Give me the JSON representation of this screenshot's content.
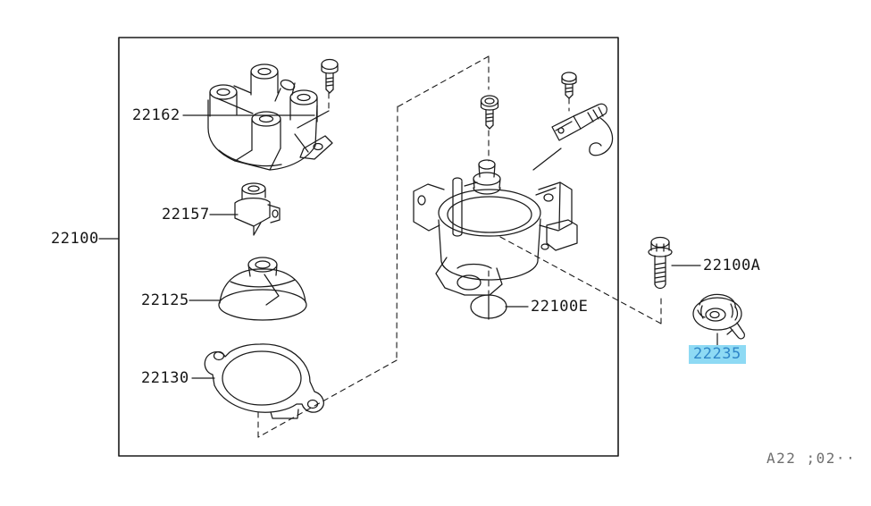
{
  "canvas": {
    "background": "#ffffff",
    "line_color": "#1a1a1a"
  },
  "diagram": {
    "type": "exploded-parts-diagram",
    "subject": "distributor assembly",
    "footer": {
      "code": "A22 ;02··"
    }
  },
  "highlight": {
    "background_color": "#8edaf4",
    "text_color": "#2f86c8"
  },
  "parts": {
    "assembly": {
      "label": "22100",
      "name": "distributor-assembly-callout"
    },
    "cap": {
      "label": "22162",
      "name": "distributor-cap"
    },
    "rotor": {
      "label": "22157",
      "name": "rotor-head"
    },
    "dust_cover": {
      "label": "22125",
      "name": "dust-cover"
    },
    "packing": {
      "label": "22130",
      "name": "packing-gasket"
    },
    "bolt": {
      "label": "22100A",
      "name": "mounting-bolt"
    },
    "o_ring": {
      "label": "22100E",
      "name": "o-ring-seal"
    },
    "cap_spring": {
      "label": "22235",
      "name": "cap-spring",
      "highlighted": true
    }
  }
}
